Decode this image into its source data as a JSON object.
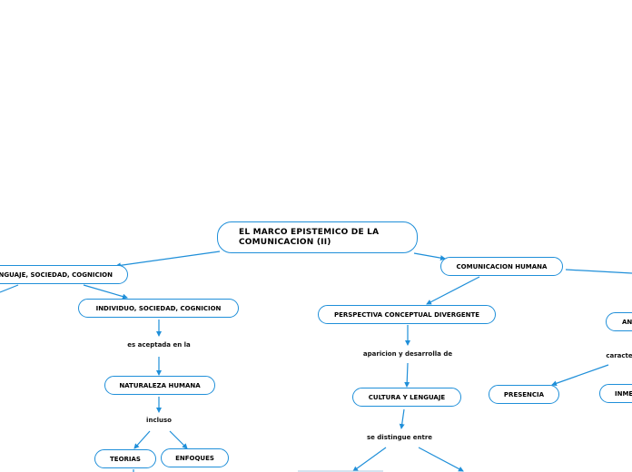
{
  "colors": {
    "edge": "#1f8fd9",
    "node_border": "#1f8fd9"
  },
  "root": {
    "title": "EL MARCO EPISTEMICO DE LA COMUNICACION (II)"
  },
  "nodes": {
    "lenguaje": "LENGUAJE, SOCIEDAD, COGNICION",
    "individuo": "INDIVIDUO, SOCIEDAD, COGNICION",
    "naturaleza": "NATURALEZA HUMANA",
    "teorias": "TEORIAS",
    "enfoques": "ENFOQUES",
    "comunicacion": "COMUNICACION HUMANA",
    "perspectiva": "PERSPECTIVA CONCEPTUAL DIVERGENTE",
    "cultura": "CULTURA Y LENGUAJE",
    "presencia": "PRESENCIA",
    "an": "AN",
    "inme": "INME"
  },
  "links": {
    "aceptada": "es aceptada en la",
    "incluso": "incluso",
    "aparicion": "aparicion y desarrolla de",
    "distingue": "se distingue entre",
    "caracte": "caracte"
  }
}
